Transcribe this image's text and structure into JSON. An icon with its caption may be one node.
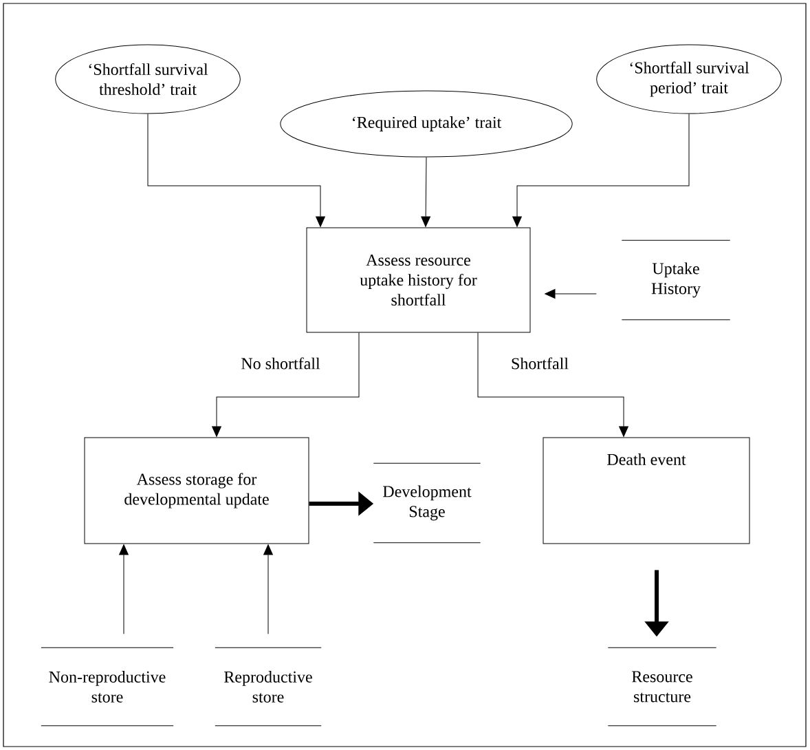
{
  "diagram": {
    "nodes": [
      {
        "text": [
          "‘Shortfall survival threshold’ trait"
        ]
      },
      {
        "text": [
          "‘Required uptake’ trait"
        ]
      },
      {
        "text": [
          "‘Shortfall survival period’ trait"
        ]
      },
      {
        "text": [
          "Assess resource uptake history for shortfall"
        ]
      },
      {
        "text": [
          "Uptake History"
        ]
      },
      {
        "text": [
          "Assess storage for developmental update"
        ]
      },
      {
        "text": [
          "Development Stage"
        ]
      },
      {
        "text": [
          "Death event"
        ]
      },
      {
        "text": [
          "Non-reproductive store"
        ]
      },
      {
        "text": [
          "Reproductive store"
        ]
      },
      {
        "text": [
          "Resource structure"
        ]
      }
    ],
    "edges": [
      {
        "from": 0,
        "to": 3,
        "arrow": "to"
      },
      {
        "from": 1,
        "to": 3,
        "arrow": "to"
      },
      {
        "from": 2,
        "to": 3,
        "arrow": "to"
      },
      {
        "from": 4,
        "to": 3,
        "arrow": "to"
      },
      {
        "from": 3,
        "to": 5,
        "arrow": "to",
        "label": "No shortfall"
      },
      {
        "from": 3,
        "to": 7,
        "arrow": "to",
        "label": "Shortfall"
      },
      {
        "from": 5,
        "to": 6,
        "arrow": "to",
        "style": "thick"
      },
      {
        "from": 8,
        "to": 5,
        "arrow": "to"
      },
      {
        "from": 9,
        "to": 5,
        "arrow": "to"
      },
      {
        "from": 7,
        "to": 10,
        "arrow": "to",
        "style": "thick"
      }
    ]
  }
}
